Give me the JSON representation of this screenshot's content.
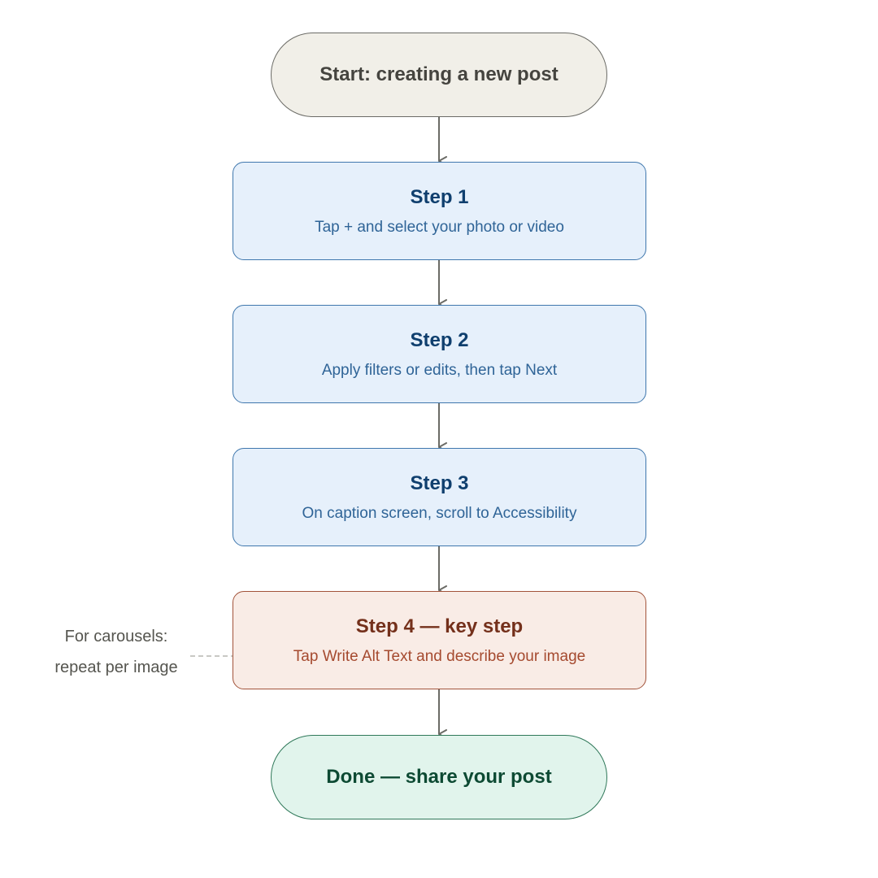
{
  "flow": {
    "start": {
      "label": "Start: creating a new post"
    },
    "steps": [
      {
        "title": "Step 1",
        "description": "Tap + and select your photo or video"
      },
      {
        "title": "Step 2",
        "description": "Apply filters or edits, then tap Next"
      },
      {
        "title": "Step 3",
        "description": "On caption screen, scroll to Accessibility"
      }
    ],
    "key_step": {
      "title": "Step 4 — key step",
      "description": "Tap Write Alt Text and describe your image"
    },
    "end": {
      "label": "Done — share your post"
    }
  },
  "side_note": {
    "line1": "For carousels:",
    "line2": "repeat per image"
  },
  "colors": {
    "arrow": "#6b6b66",
    "connector_dashed": "#b5b5b0"
  }
}
